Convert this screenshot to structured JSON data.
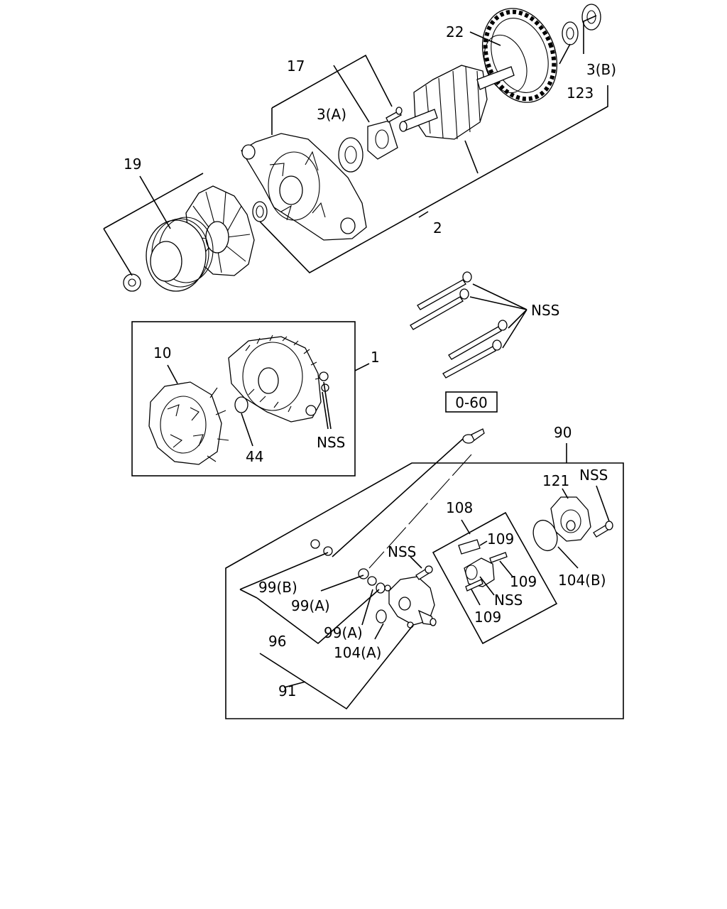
{
  "labels": {
    "l22": "22",
    "l3b": "3(B)",
    "l123": "123",
    "l17": "17",
    "l3a": "3(A)",
    "l19": "19",
    "l2": "2",
    "l_nss_bolts": "NSS",
    "l1": "1",
    "l10": "10",
    "l44": "44",
    "l_nss_housing": "NSS",
    "l_torque": "0-60",
    "l90": "90",
    "l121": "121",
    "l_nss_121": "NSS",
    "l108": "108",
    "l109a": "109",
    "l109b": "109",
    "l_nss_108": "NSS",
    "l109c": "109",
    "l104b": "104(B)",
    "l_nss_91": "NSS",
    "l99b": "99(B)",
    "l99a1": "99(A)",
    "l99a2": "99(A)",
    "l96": "96",
    "l104a": "104(A)",
    "l91": "91"
  }
}
